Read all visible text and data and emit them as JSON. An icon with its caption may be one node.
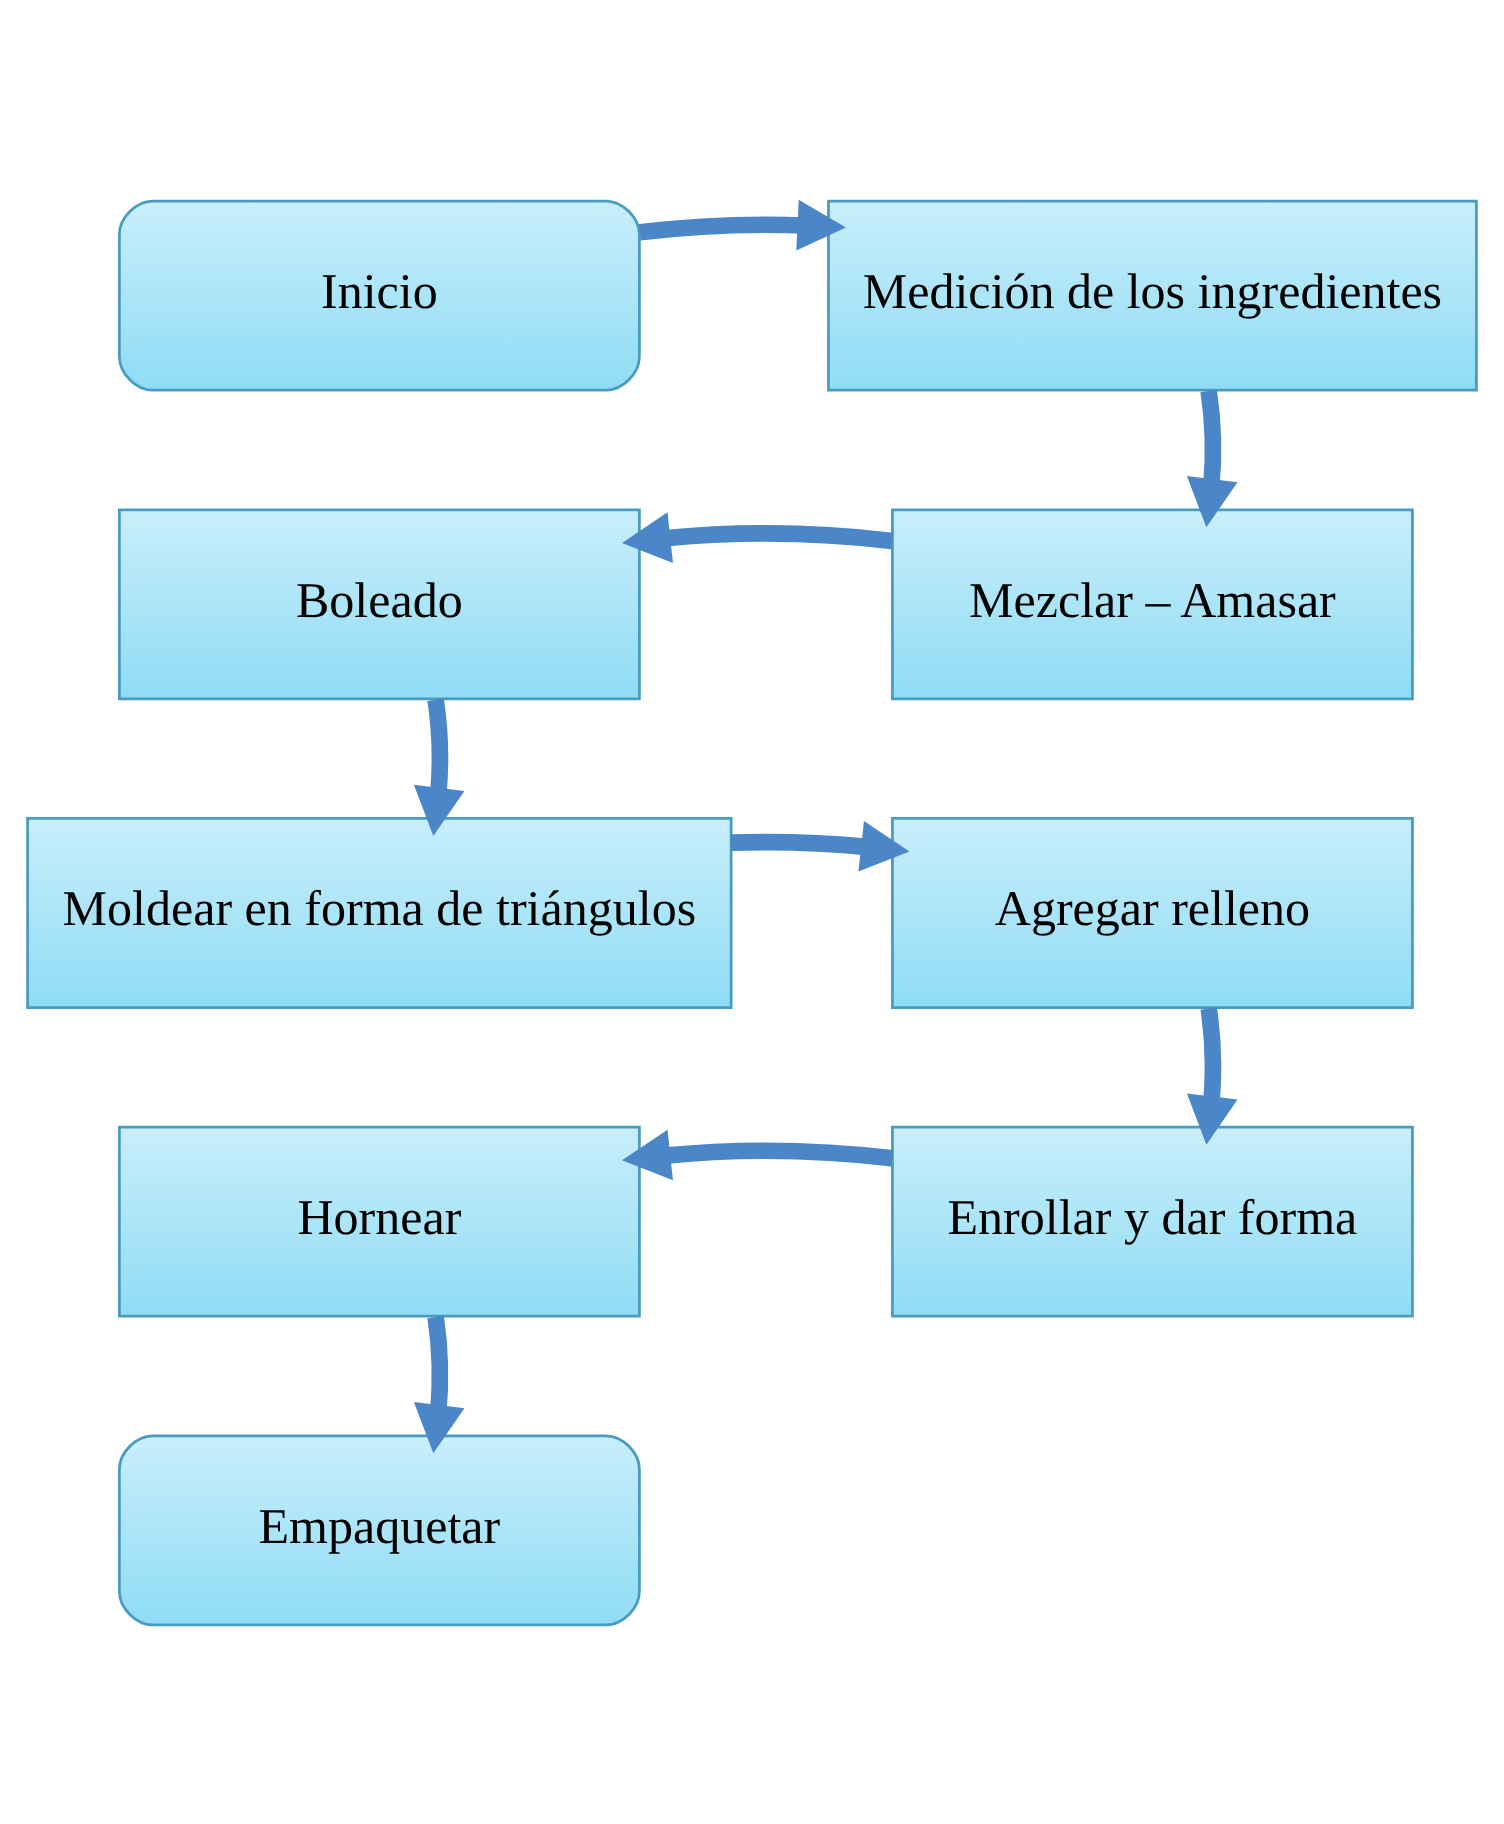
{
  "diagram": {
    "nodes": [
      {
        "text": [
          "Inicio"
        ]
      },
      {
        "text": [
          "Medición de los ingredientes"
        ]
      },
      {
        "text": [
          "Mezclar – Amasar"
        ]
      },
      {
        "text": [
          "Boleado"
        ]
      },
      {
        "text": [
          "Moldear en forma de triángulos"
        ]
      },
      {
        "text": [
          "Agregar relleno"
        ]
      },
      {
        "text": [
          "Enrollar y dar forma"
        ]
      },
      {
        "text": [
          "Hornear"
        ]
      },
      {
        "text": [
          "Empaquetar"
        ]
      }
    ],
    "edges": [
      {
        "from": 0,
        "to": 1,
        "arrow": "to"
      },
      {
        "from": 1,
        "to": 2,
        "arrow": "to"
      },
      {
        "from": 2,
        "to": 3,
        "arrow": "to"
      },
      {
        "from": 3,
        "to": 4,
        "arrow": "to"
      },
      {
        "from": 4,
        "to": 5,
        "arrow": "to"
      },
      {
        "from": 5,
        "to": 6,
        "arrow": "to"
      },
      {
        "from": 6,
        "to": 7,
        "arrow": "to"
      },
      {
        "from": 7,
        "to": 8,
        "arrow": "to"
      }
    ]
  }
}
